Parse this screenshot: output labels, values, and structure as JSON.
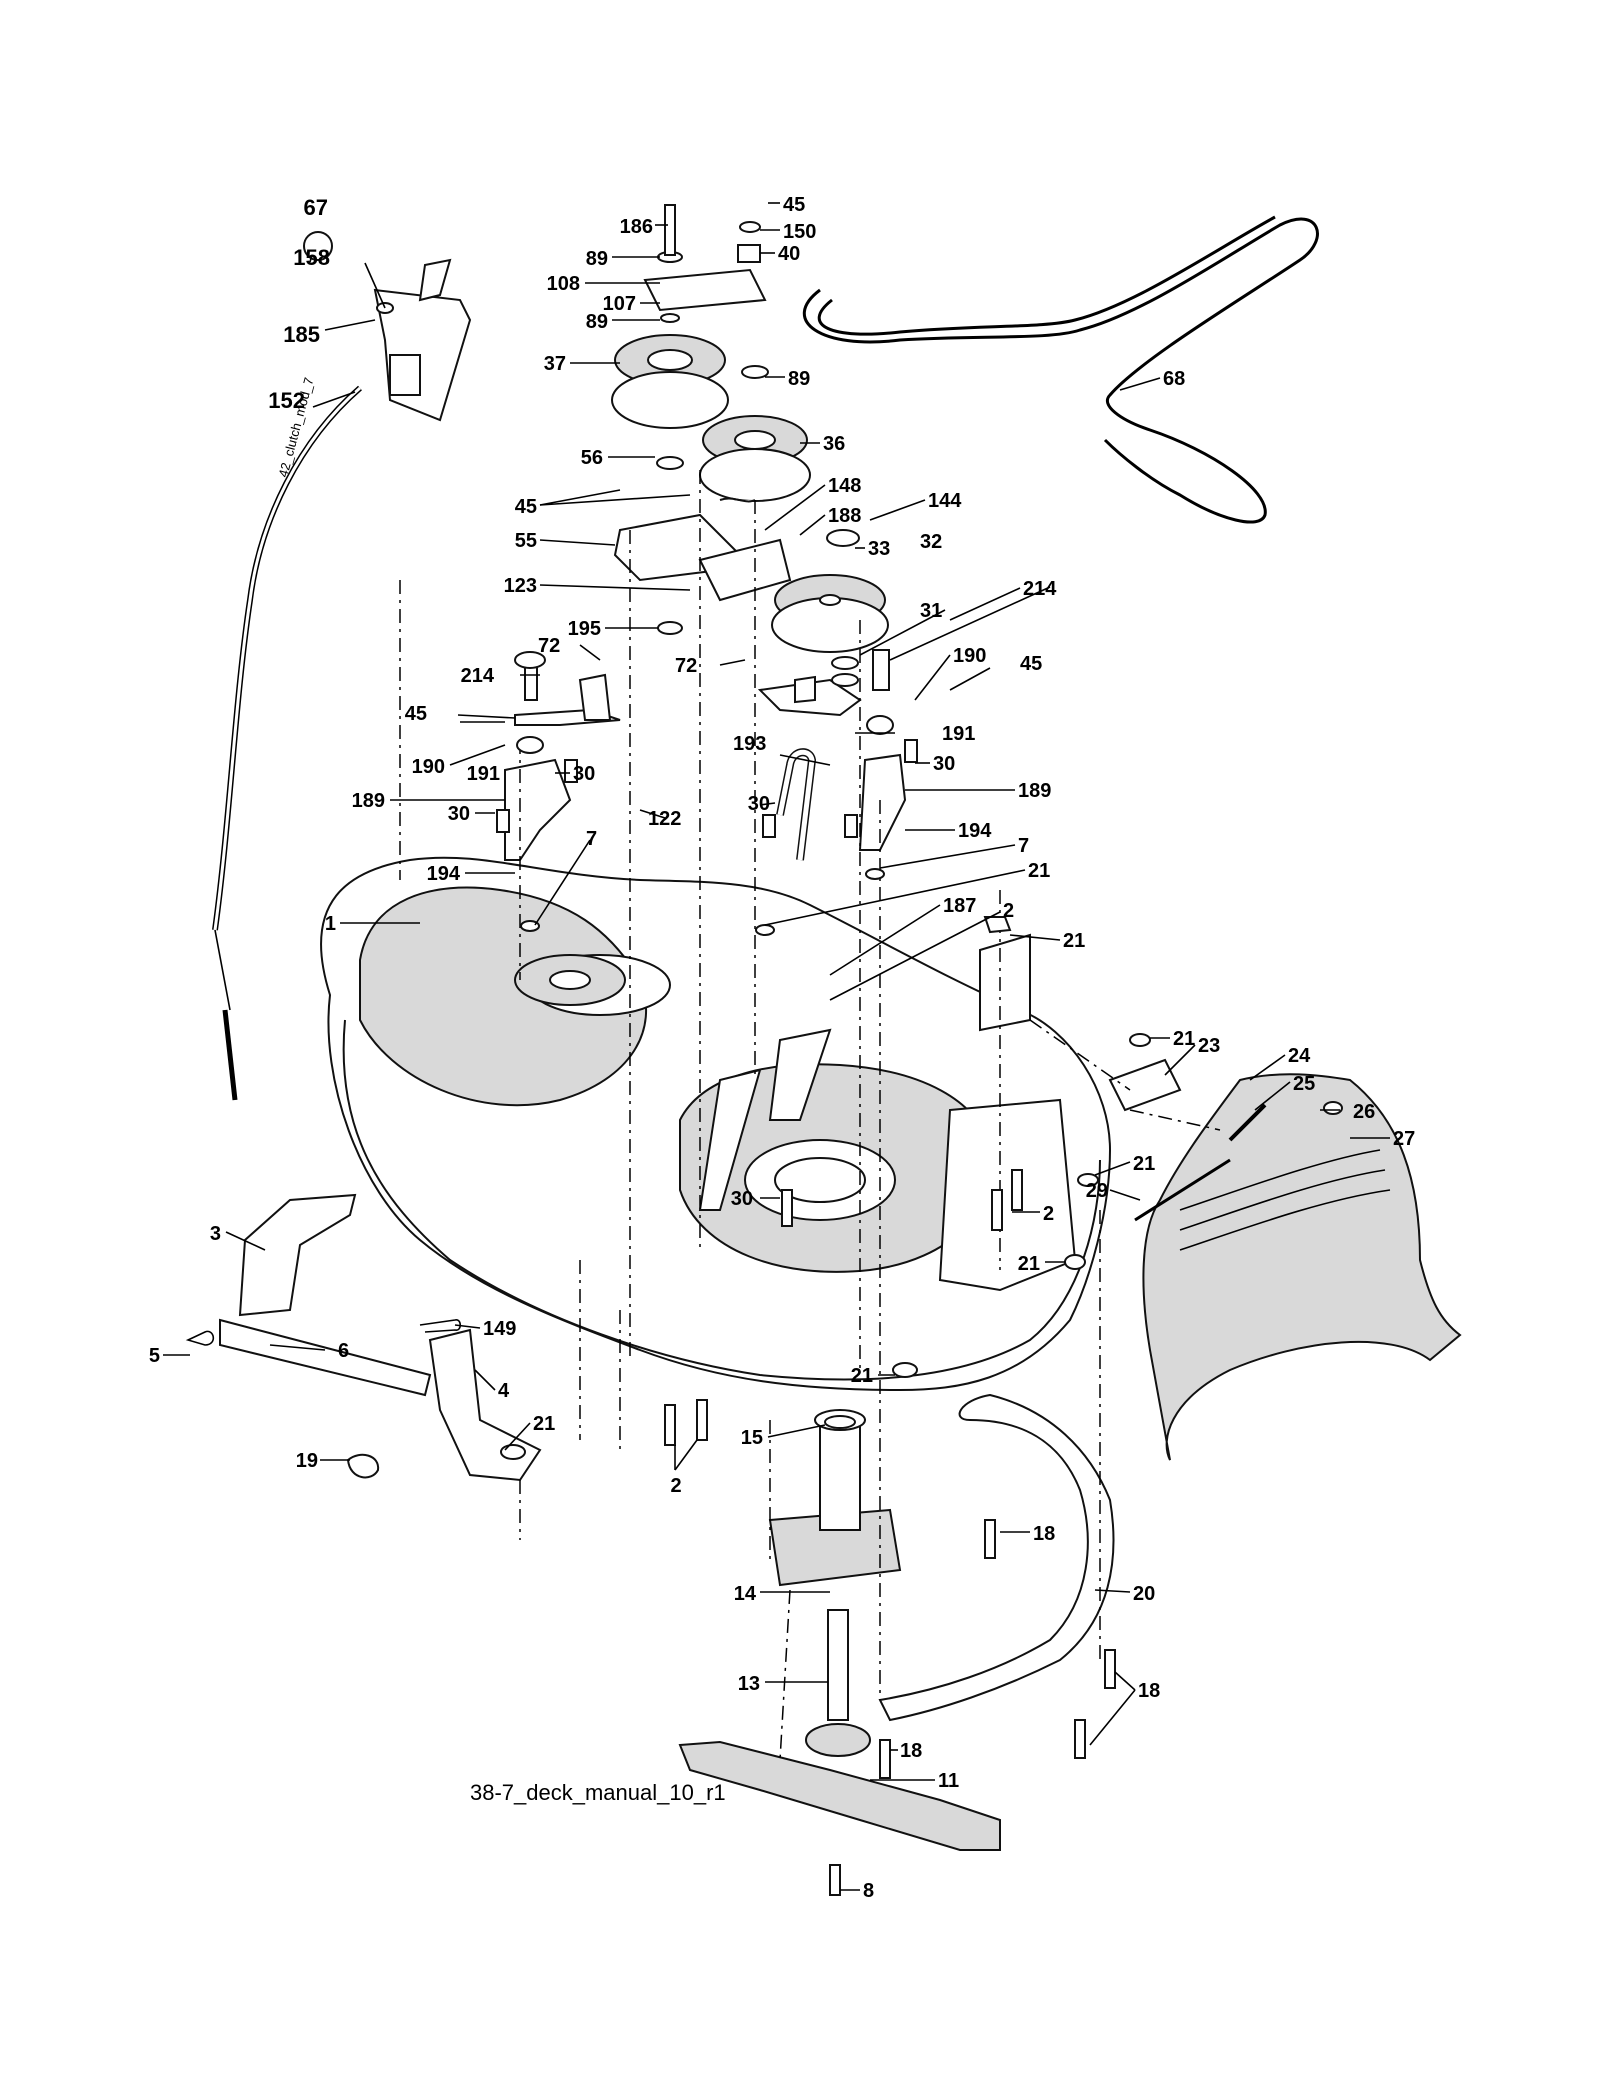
{
  "drawing_id": "38-7_deck_manual_10_r1",
  "cable_print": "42_clutch_mod_7",
  "callouts": [
    {
      "label": "67"
    },
    {
      "label": "158"
    },
    {
      "label": "185"
    },
    {
      "label": "152"
    },
    {
      "label": "186"
    },
    {
      "label": "89"
    },
    {
      "label": "108"
    },
    {
      "label": "107"
    },
    {
      "label": "89"
    },
    {
      "label": "37"
    },
    {
      "label": "45"
    },
    {
      "label": "150"
    },
    {
      "label": "40"
    },
    {
      "label": "89"
    },
    {
      "label": "56"
    },
    {
      "label": "36"
    },
    {
      "label": "68"
    },
    {
      "label": "45"
    },
    {
      "label": "148"
    },
    {
      "label": "188"
    },
    {
      "label": "144"
    },
    {
      "label": "55"
    },
    {
      "label": "33"
    },
    {
      "label": "32"
    },
    {
      "label": "123"
    },
    {
      "label": "214"
    },
    {
      "label": "195"
    },
    {
      "label": "31"
    },
    {
      "label": "72"
    },
    {
      "label": "72"
    },
    {
      "label": "214"
    },
    {
      "label": "190"
    },
    {
      "label": "45"
    },
    {
      "label": "45"
    },
    {
      "label": "191"
    },
    {
      "label": "190"
    },
    {
      "label": "191"
    },
    {
      "label": "30"
    },
    {
      "label": "193"
    },
    {
      "label": "30"
    },
    {
      "label": "189"
    },
    {
      "label": "30"
    },
    {
      "label": "122"
    },
    {
      "label": "30"
    },
    {
      "label": "189"
    },
    {
      "label": "194"
    },
    {
      "label": "194"
    },
    {
      "label": "7"
    },
    {
      "label": "7"
    },
    {
      "label": "21"
    },
    {
      "label": "187"
    },
    {
      "label": "1"
    },
    {
      "label": "2"
    },
    {
      "label": "21"
    },
    {
      "label": "21"
    },
    {
      "label": "23"
    },
    {
      "label": "24"
    },
    {
      "label": "25"
    },
    {
      "label": "26"
    },
    {
      "label": "27"
    },
    {
      "label": "21"
    },
    {
      "label": "29"
    },
    {
      "label": "30"
    },
    {
      "label": "2"
    },
    {
      "label": "21"
    },
    {
      "label": "3"
    },
    {
      "label": "149"
    },
    {
      "label": "5"
    },
    {
      "label": "6"
    },
    {
      "label": "4"
    },
    {
      "label": "21"
    },
    {
      "label": "21"
    },
    {
      "label": "15"
    },
    {
      "label": "19"
    },
    {
      "label": "2"
    },
    {
      "label": "18"
    },
    {
      "label": "20"
    },
    {
      "label": "14"
    },
    {
      "label": "13"
    },
    {
      "label": "18"
    },
    {
      "label": "18"
    },
    {
      "label": "11"
    },
    {
      "label": "8"
    }
  ]
}
